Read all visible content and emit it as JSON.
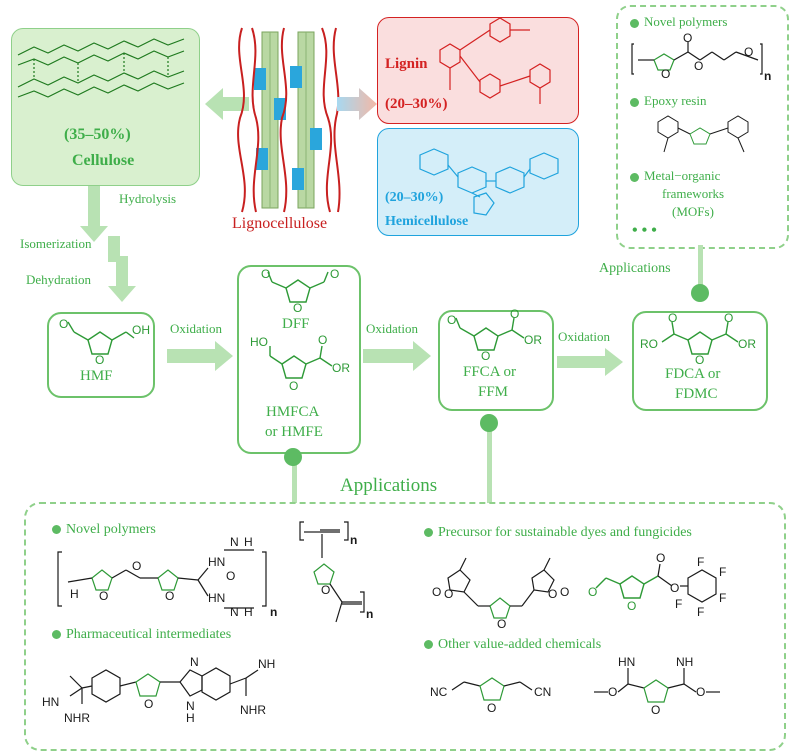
{
  "sources": {
    "cellulose": {
      "percent": "(35–50%)",
      "name": "Cellulose"
    },
    "lignin": {
      "name": "Lignin",
      "percent": "(20–30%)"
    },
    "hemicellulose": {
      "percent": "(20–30%)",
      "name": "Hemicellulose"
    },
    "lignocellulose": "Lignocellulose"
  },
  "steps": {
    "hydrolysis": "Hydrolysis",
    "isomerization": "Isomerization",
    "dehydration": "Dehydration",
    "oxidation_1": "Oxidation",
    "oxidation_2": "Oxidation",
    "oxidation_3": "Oxidation"
  },
  "molecules": {
    "hmf": "HMF",
    "dff": "DFF",
    "hmfca_line1": "HMFCA",
    "hmfca_line2": "or HMFE",
    "ffca_line1": "FFCA or",
    "ffca_line2": "FFM",
    "fdca_line1": "FDCA or",
    "fdca_line2": "FDMC"
  },
  "top_applications": {
    "label": "Applications",
    "items": [
      "Novel polymers",
      "Epoxy resin",
      "Metal−organic",
      "frameworks",
      "(MOFs)"
    ],
    "more": "• • •"
  },
  "bottom_applications": {
    "title": "Applications",
    "novel_polymers": "Novel polymers",
    "precursor": "Precursor for sustainable dyes and fungicides",
    "pharma": "Pharmaceutical intermediates",
    "other": "Other value-added chemicals"
  },
  "colors": {
    "green": "#3fae4a",
    "box_border": "#6cc26a",
    "lignin_fill": "#fadede",
    "lignin_red": "#d42222",
    "hemi_fill": "#d4eef9",
    "hemi_blue": "#1fa3dd"
  }
}
